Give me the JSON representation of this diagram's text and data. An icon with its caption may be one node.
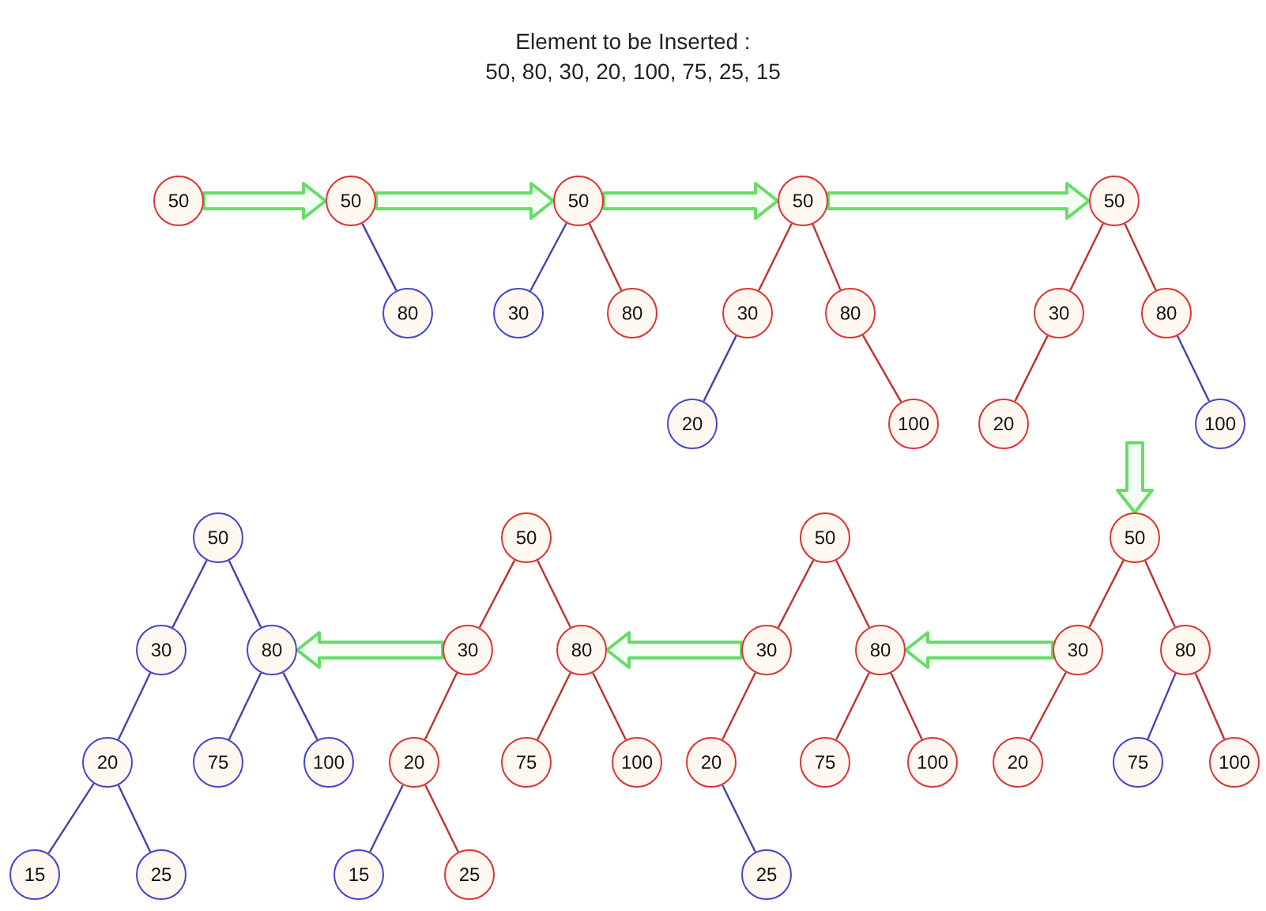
{
  "diagram": {
    "title": "Element to be Inserted :",
    "labels": [
      "50, 80, 30, 20, 100, 75, 25, 15"
    ],
    "nodes": [
      {
        "text": [
          "50"
        ]
      },
      {
        "text": [
          "50"
        ]
      },
      {
        "text": [
          "80"
        ]
      },
      {
        "text": [
          "50"
        ]
      },
      {
        "text": [
          "30"
        ]
      },
      {
        "text": [
          "80"
        ]
      },
      {
        "text": [
          "50"
        ]
      },
      {
        "text": [
          "30"
        ]
      },
      {
        "text": [
          "80"
        ]
      },
      {
        "text": [
          "20"
        ]
      },
      {
        "text": [
          "100"
        ]
      },
      {
        "text": [
          "50"
        ]
      },
      {
        "text": [
          "30"
        ]
      },
      {
        "text": [
          "80"
        ]
      },
      {
        "text": [
          "20"
        ]
      },
      {
        "text": [
          "100"
        ]
      },
      {
        "text": [
          "50"
        ]
      },
      {
        "text": [
          "30"
        ]
      },
      {
        "text": [
          "80"
        ]
      },
      {
        "text": [
          "20"
        ]
      },
      {
        "text": [
          "75"
        ]
      },
      {
        "text": [
          "100"
        ]
      },
      {
        "text": [
          "50"
        ]
      },
      {
        "text": [
          "30"
        ]
      },
      {
        "text": [
          "80"
        ]
      },
      {
        "text": [
          "20"
        ]
      },
      {
        "text": [
          "75"
        ]
      },
      {
        "text": [
          "100"
        ]
      },
      {
        "text": [
          "25"
        ]
      },
      {
        "text": [
          "50"
        ]
      },
      {
        "text": [
          "30"
        ]
      },
      {
        "text": [
          "80"
        ]
      },
      {
        "text": [
          "20"
        ]
      },
      {
        "text": [
          "75"
        ]
      },
      {
        "text": [
          "100"
        ]
      },
      {
        "text": [
          "15"
        ]
      },
      {
        "text": [
          "25"
        ]
      },
      {
        "text": [
          "50"
        ]
      },
      {
        "text": [
          "30"
        ]
      },
      {
        "text": [
          "80"
        ]
      },
      {
        "text": [
          "20"
        ]
      },
      {
        "text": [
          "75"
        ]
      },
      {
        "text": [
          "100"
        ]
      },
      {
        "text": [
          "15"
        ]
      },
      {
        "text": [
          "25"
        ]
      }
    ],
    "edges": [
      {
        "from": 1,
        "to": 2,
        "arrow": "none",
        "color": "#4444aa"
      },
      {
        "from": 3,
        "to": 4,
        "arrow": "none",
        "color": "#4444aa"
      },
      {
        "from": 3,
        "to": 5,
        "arrow": "none"
      },
      {
        "from": 6,
        "to": 7,
        "arrow": "none"
      },
      {
        "from": 6,
        "to": 8,
        "arrow": "none"
      },
      {
        "from": 7,
        "to": 9,
        "arrow": "none",
        "color": "#4444aa"
      },
      {
        "from": 8,
        "to": 10,
        "arrow": "none"
      },
      {
        "from": 11,
        "to": 12,
        "arrow": "none"
      },
      {
        "from": 11,
        "to": 13,
        "arrow": "none"
      },
      {
        "from": 12,
        "to": 14,
        "arrow": "none"
      },
      {
        "from": 13,
        "to": 15,
        "arrow": "none",
        "color": "#4444aa"
      },
      {
        "from": 16,
        "to": 17,
        "arrow": "none"
      },
      {
        "from": 16,
        "to": 18,
        "arrow": "none"
      },
      {
        "from": 17,
        "to": 19,
        "arrow": "none"
      },
      {
        "from": 18,
        "to": 20,
        "arrow": "none",
        "color": "#4444aa"
      },
      {
        "from": 18,
        "to": 21,
        "arrow": "none"
      },
      {
        "from": 22,
        "to": 23,
        "arrow": "none"
      },
      {
        "from": 22,
        "to": 24,
        "arrow": "none"
      },
      {
        "from": 23,
        "to": 25,
        "arrow": "none"
      },
      {
        "from": 24,
        "to": 26,
        "arrow": "none"
      },
      {
        "from": 24,
        "to": 27,
        "arrow": "none"
      },
      {
        "from": 25,
        "to": 28,
        "arrow": "none",
        "color": "#4444aa"
      },
      {
        "from": 29,
        "to": 30,
        "arrow": "none"
      },
      {
        "from": 29,
        "to": 31,
        "arrow": "none"
      },
      {
        "from": 30,
        "to": 32,
        "arrow": "none"
      },
      {
        "from": 31,
        "to": 33,
        "arrow": "none"
      },
      {
        "from": 31,
        "to": 34,
        "arrow": "none"
      },
      {
        "from": 32,
        "to": 35,
        "arrow": "none",
        "color": "#4444aa"
      },
      {
        "from": 32,
        "to": 36,
        "arrow": "none"
      },
      {
        "from": 37,
        "to": 38,
        "arrow": "none",
        "color": "#4444aa"
      },
      {
        "from": 37,
        "to": 39,
        "arrow": "none",
        "color": "#4444aa"
      },
      {
        "from": 38,
        "to": 40,
        "arrow": "none",
        "color": "#4444aa"
      },
      {
        "from": 39,
        "to": 41,
        "arrow": "none",
        "color": "#4444aa"
      },
      {
        "from": 39,
        "to": 42,
        "arrow": "none",
        "color": "#4444aa"
      },
      {
        "from": 40,
        "to": 43,
        "arrow": "none",
        "color": "#4444aa"
      },
      {
        "from": 40,
        "to": 44,
        "arrow": "none",
        "color": "#4444aa"
      },
      {
        "from": 0,
        "to": 1,
        "arrow": "to",
        "style": "thick",
        "color": "#66dd66"
      },
      {
        "from": 1,
        "to": 3,
        "arrow": "to",
        "style": "thick",
        "color": "#66dd66"
      },
      {
        "from": 3,
        "to": 6,
        "arrow": "to",
        "style": "thick",
        "color": "#66dd66"
      },
      {
        "from": 6,
        "to": 11,
        "arrow": "to",
        "style": "thick",
        "color": "#66dd66"
      },
      {
        "from": null,
        "to": 16,
        "arrow": "to",
        "style": "thick",
        "color": "#66dd66"
      },
      {
        "from": 17,
        "to": 24,
        "arrow": "to",
        "style": "thick",
        "color": "#66dd66"
      },
      {
        "from": 23,
        "to": 31,
        "arrow": "to",
        "style": "thick",
        "color": "#66dd66"
      },
      {
        "from": 30,
        "to": 39,
        "arrow": "to",
        "style": "thick",
        "color": "#66dd66"
      }
    ]
  }
}
